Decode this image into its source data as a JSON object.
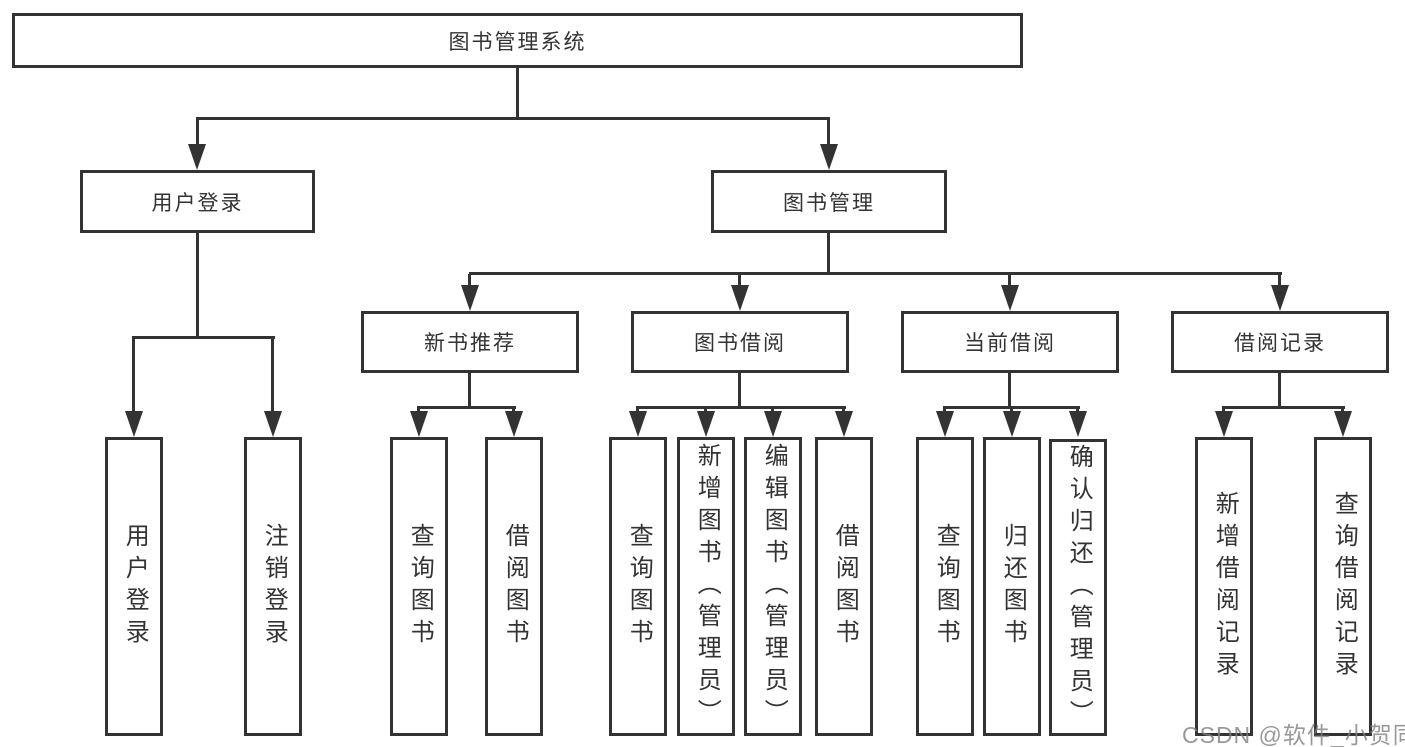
{
  "colors": {
    "background": "#ffffff",
    "line": "#333333",
    "text": "#333333",
    "watermark": "#808080"
  },
  "diagram": {
    "root": {
      "label": "图书管理系统"
    },
    "level2": {
      "user": {
        "label": "用户登录"
      },
      "book": {
        "label": "图书管理"
      }
    },
    "level3": {
      "newbook": {
        "label": "新书推荐"
      },
      "borrow": {
        "label": "图书借阅"
      },
      "current": {
        "label": "当前借阅"
      },
      "record": {
        "label": "借阅记录"
      }
    },
    "leaves": {
      "user_login": {
        "label": "用户登录"
      },
      "logout": {
        "label": "注销登录"
      },
      "nb_query": {
        "label": "查询图书"
      },
      "nb_borrow": {
        "label": "借阅图书"
      },
      "bb_query": {
        "label": "查询图书"
      },
      "bb_add": {
        "label": "新增图书（管理员）"
      },
      "bb_edit": {
        "label": "编辑图书（管理员）"
      },
      "bb_borrow": {
        "label": "借阅图书"
      },
      "cb_query": {
        "label": "查询图书"
      },
      "cb_return": {
        "label": "归还图书"
      },
      "cb_confirm": {
        "label": "确认归还（管理员）"
      },
      "br_add": {
        "label": "新增借阅记录"
      },
      "br_query": {
        "label": "查询借阅记录"
      }
    }
  },
  "watermark": {
    "text": "CSDN @软件_小贺同学"
  }
}
